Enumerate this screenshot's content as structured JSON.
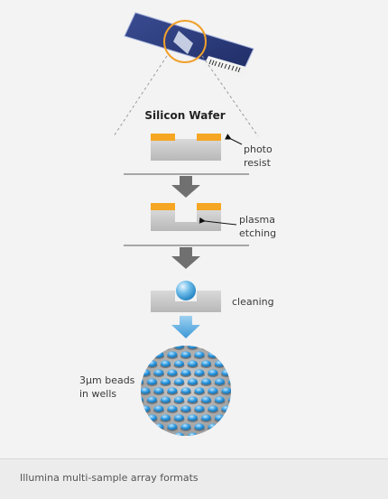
{
  "diagram": {
    "title": "Silicon Wafer",
    "steps": [
      {
        "label_line1": "photo",
        "label_line2": "resist"
      },
      {
        "label_line1": "plasma",
        "label_line2": "etching"
      },
      {
        "label_line1": "cleaning",
        "label_line2": ""
      }
    ],
    "beads_label_line1": "3μm beads",
    "beads_label_line2": "in wells"
  },
  "caption": "Illumina multi-sample array formats",
  "colors": {
    "background": "#f3f3f3",
    "wafer_gray": "#c8c8c8",
    "photoresist_orange": "#f5a623",
    "arrow_gray": "#707070",
    "arrow_blue": "#4fa3dc",
    "bead_blue": "#2a8fd0",
    "highlight_circle": "#f0a02c",
    "chip_navy": "#2a3a7a"
  },
  "icons": [
    "down-arrow-icon",
    "pointer-arrow-icon"
  ]
}
